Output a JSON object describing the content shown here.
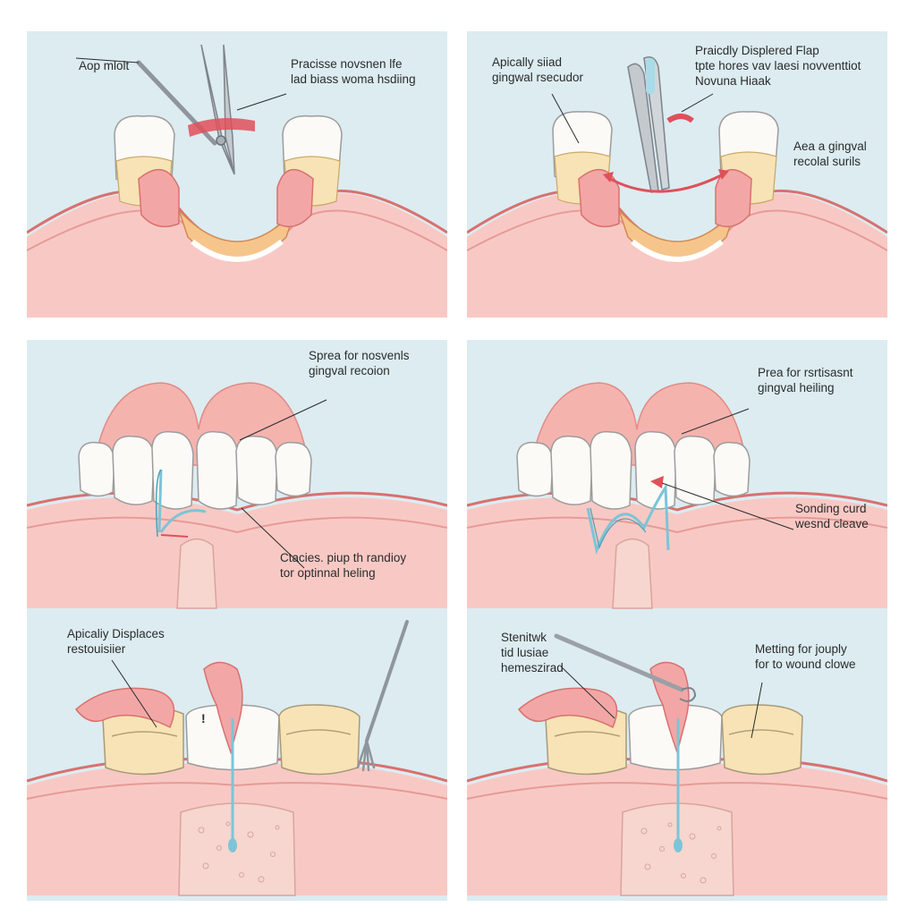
{
  "panels": [
    {
      "labels": [
        {
          "lines": [
            "Aop mlolt"
          ]
        },
        {
          "lines": [
            "Pracisse novsnen lfe",
            "lad biass woma hsdiing"
          ]
        }
      ]
    },
    {
      "labels": [
        {
          "lines": [
            "Apically siiad",
            "gingwal rsecudor"
          ]
        },
        {
          "lines": [
            "Praicdly Displered Flap",
            "tpte hores vav laesi novventtiot",
            "Novuna Hiaak"
          ]
        },
        {
          "lines": [
            "Aea a gingval",
            "recolal surils"
          ]
        }
      ]
    },
    {
      "labels": [
        {
          "lines": [
            "Sprea for nosvenls",
            "gingval recoion"
          ]
        },
        {
          "lines": [
            "Ctacies. piup th randioy",
            "tor optinnal heling"
          ]
        }
      ]
    },
    {
      "labels": [
        {
          "lines": [
            "Prea for rsrtisasnt",
            "gingval heiling"
          ]
        },
        {
          "lines": [
            "Sonding curd",
            "wesnd cleave"
          ]
        }
      ]
    },
    {
      "labels": [
        {
          "lines": [
            "Apicaliy Displaces",
            "restouisiier"
          ]
        }
      ]
    },
    {
      "labels": [
        {
          "lines": [
            "Stenitwk",
            "tid lusiae",
            "hemeszirad"
          ]
        },
        {
          "lines": [
            "Metting for jouply",
            "for to wound clowe"
          ]
        }
      ]
    }
  ],
  "colors": {
    "background": "#dcecf1",
    "gum": "#f2a7a6",
    "gum_dark": "#d9706f",
    "tooth": "#fbfaf7",
    "tooth_yellow": "#f7e3b5",
    "instrument": "#b7bcc2",
    "suture": "#7cc4d8",
    "arrow": "#e0505a",
    "bone": "#f6d6cf"
  }
}
